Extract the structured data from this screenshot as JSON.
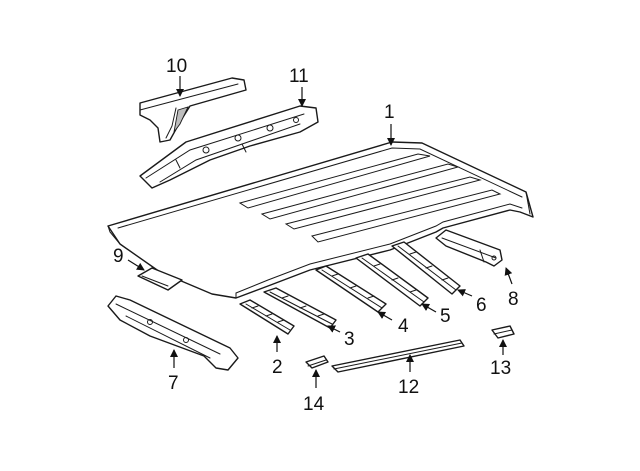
{
  "diagram": {
    "parts": [
      {
        "id": "roof-panel",
        "label": "1"
      },
      {
        "id": "roof-bow-2",
        "label": "2"
      },
      {
        "id": "roof-bow-3",
        "label": "3"
      },
      {
        "id": "roof-bow-4",
        "label": "4"
      },
      {
        "id": "roof-bow-5",
        "label": "5"
      },
      {
        "id": "roof-bow-6",
        "label": "6"
      },
      {
        "id": "rear-header",
        "label": "7"
      },
      {
        "id": "rear-rail-part",
        "label": "8"
      },
      {
        "id": "front-pad",
        "label": "9"
      },
      {
        "id": "front-bracket",
        "label": "10"
      },
      {
        "id": "front-header",
        "label": "11"
      },
      {
        "id": "drip-molding",
        "label": "12"
      },
      {
        "id": "rear-clip",
        "label": "13"
      },
      {
        "id": "front-clip",
        "label": "14"
      }
    ]
  }
}
